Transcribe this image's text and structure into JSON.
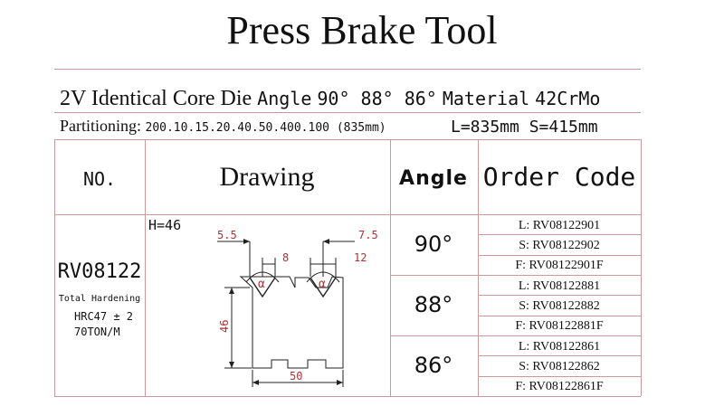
{
  "title": "Press Brake Tool",
  "subtitle": {
    "name": "2V Identical Core Die",
    "angle_label": "Angle",
    "angles": "90°  88°  86°",
    "material_label": "Material",
    "material": "42CrMo"
  },
  "partitioning": {
    "label": "Partitioning:",
    "value": "200.10.15.20.40.50.400.100 (835mm)"
  },
  "dimensions_text": "L=835mm   S=415mm",
  "table": {
    "headers": {
      "no": "NO.",
      "drawing": "Drawing",
      "angle": "Angle",
      "order_code": "Order Code"
    },
    "model": "RV08122",
    "hardening": "Total Hardening",
    "hrc": "HRC47 ± 2",
    "tonnage": "70TON/M",
    "height": "H=46",
    "drawing_dims": {
      "left_top": "5.5",
      "left_v": "8",
      "right_top": "7.5",
      "right_v": "12",
      "height": "46",
      "width": "50",
      "alpha": "α"
    },
    "rows": [
      {
        "angle": "90°",
        "codes": [
          "L: RV08122901",
          "S: RV08122902",
          "F: RV08122901F"
        ]
      },
      {
        "angle": "88°",
        "codes": [
          "L: RV08122881",
          "S: RV08122882",
          "F: RV08122881F"
        ]
      },
      {
        "angle": "86°",
        "codes": [
          "L: RV08122861",
          "S: RV08122862",
          "F: RV08122861F"
        ]
      }
    ]
  }
}
